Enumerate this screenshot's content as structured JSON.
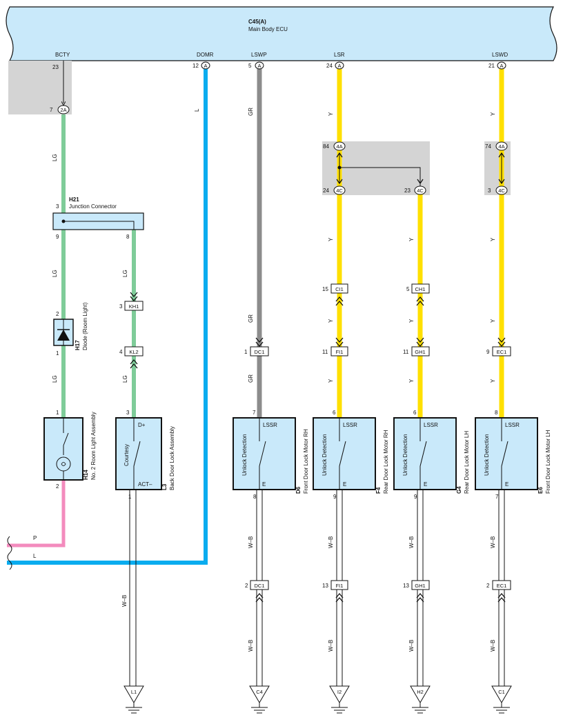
{
  "ecu": {
    "code": "C45(A)",
    "name": "Main Body ECU",
    "terminals": [
      {
        "name": "BCTY",
        "pin": "23",
        "conn": ""
      },
      {
        "name": "DOMR",
        "pin": "12",
        "conn": "A"
      },
      {
        "name": "LSWP",
        "pin": "5",
        "conn": "A"
      },
      {
        "name": "LSR",
        "pin": "24",
        "conn": "A"
      },
      {
        "name": "LSWD",
        "pin": "21",
        "conn": "A"
      }
    ]
  },
  "junction_blocks": {
    "bcty": {
      "pin_in": "7",
      "conn": "2A"
    },
    "lsr": {
      "pin_in": "84",
      "conn_in": "4A",
      "pin_out1": "24",
      "conn_out1": "4C",
      "pin_out2": "23",
      "conn_out2": "4C"
    },
    "lswd": {
      "pin_in": "74",
      "conn_in": "4A",
      "pin_out": "3",
      "conn_out": "4C"
    }
  },
  "colors": {
    "LG": "#7fcc99",
    "L": "#0aacef",
    "GR": "#8c8c8c",
    "Y": "#ffe000",
    "P": "#f38bbd",
    "component_fill": "#c9e9fa",
    "shade": "#d4d4d4"
  },
  "wire_labels": {
    "lg": "LG",
    "l": "L",
    "gr": "GR",
    "y": "Y",
    "p": "P",
    "wb": "W–B"
  },
  "h21": {
    "code": "H21",
    "name": "Junction Connector",
    "pin_top": "3",
    "pin_bottom_left": "9",
    "pin_bottom_right": "8"
  },
  "h17": {
    "code": "H17",
    "name": "Diode (Room Light)",
    "pin_top": "2",
    "pin_bottom": "1"
  },
  "h14": {
    "code": "H14",
    "name": "No. 2 Room Light Assembly",
    "pin_top": "1",
    "pin_bottom": "2"
  },
  "l3": {
    "code": "L3",
    "name": "Back Door Lock Assembly",
    "pin_top": "3",
    "pin_bottom": "1",
    "label_top": "D+",
    "label_bottom": "ACT–",
    "switch_label": "Courtesy"
  },
  "inline_connectors": {
    "kh1": {
      "pin": "3",
      "code": "KH1"
    },
    "kl2": {
      "pin": "4",
      "code": "KL2"
    },
    "ci1": {
      "pin": "15",
      "code": "CI1"
    },
    "ch1": {
      "pin": "5",
      "code": "CH1"
    },
    "dc1_top": {
      "pin": "1",
      "code": "DC1"
    },
    "fi1_top": {
      "pin": "11",
      "code": "FI1"
    },
    "gh1_top": {
      "pin": "11",
      "code": "GH1"
    },
    "ec1_top": {
      "pin": "9",
      "code": "EC1"
    },
    "dc1_bot": {
      "pin": "2",
      "code": "DC1"
    },
    "fi1_bot": {
      "pin": "13",
      "code": "FI1"
    },
    "gh1_bot": {
      "pin": "13",
      "code": "GH1"
    },
    "ec1_bot": {
      "pin": "2",
      "code": "EC1"
    }
  },
  "motors": [
    {
      "code": "D6",
      "name": "Front Door Lock Motor RH",
      "pin_top": "7",
      "pin_bottom": "8",
      "lssr": "LSSR",
      "e": "E",
      "switch": "Unlock Detection"
    },
    {
      "code": "F4",
      "name": "Rear Door Lock Motor RH",
      "pin_top": "6",
      "pin_bottom": "9",
      "lssr": "LSSR",
      "e": "E",
      "switch": "Unlock Detection"
    },
    {
      "code": "G4",
      "name": "Rear Door Lock Motor LH",
      "pin_top": "6",
      "pin_bottom": "9",
      "lssr": "LSSR",
      "e": "E",
      "switch": "Unlock Detection"
    },
    {
      "code": "E6",
      "name": "Front Door Lock Motor LH",
      "pin_top": "8",
      "pin_bottom": "7",
      "lssr": "LSSR",
      "e": "E",
      "switch": "Unlock Detection"
    }
  ],
  "grounds": [
    "L1",
    "C4",
    "I2",
    "H2",
    "C1"
  ]
}
